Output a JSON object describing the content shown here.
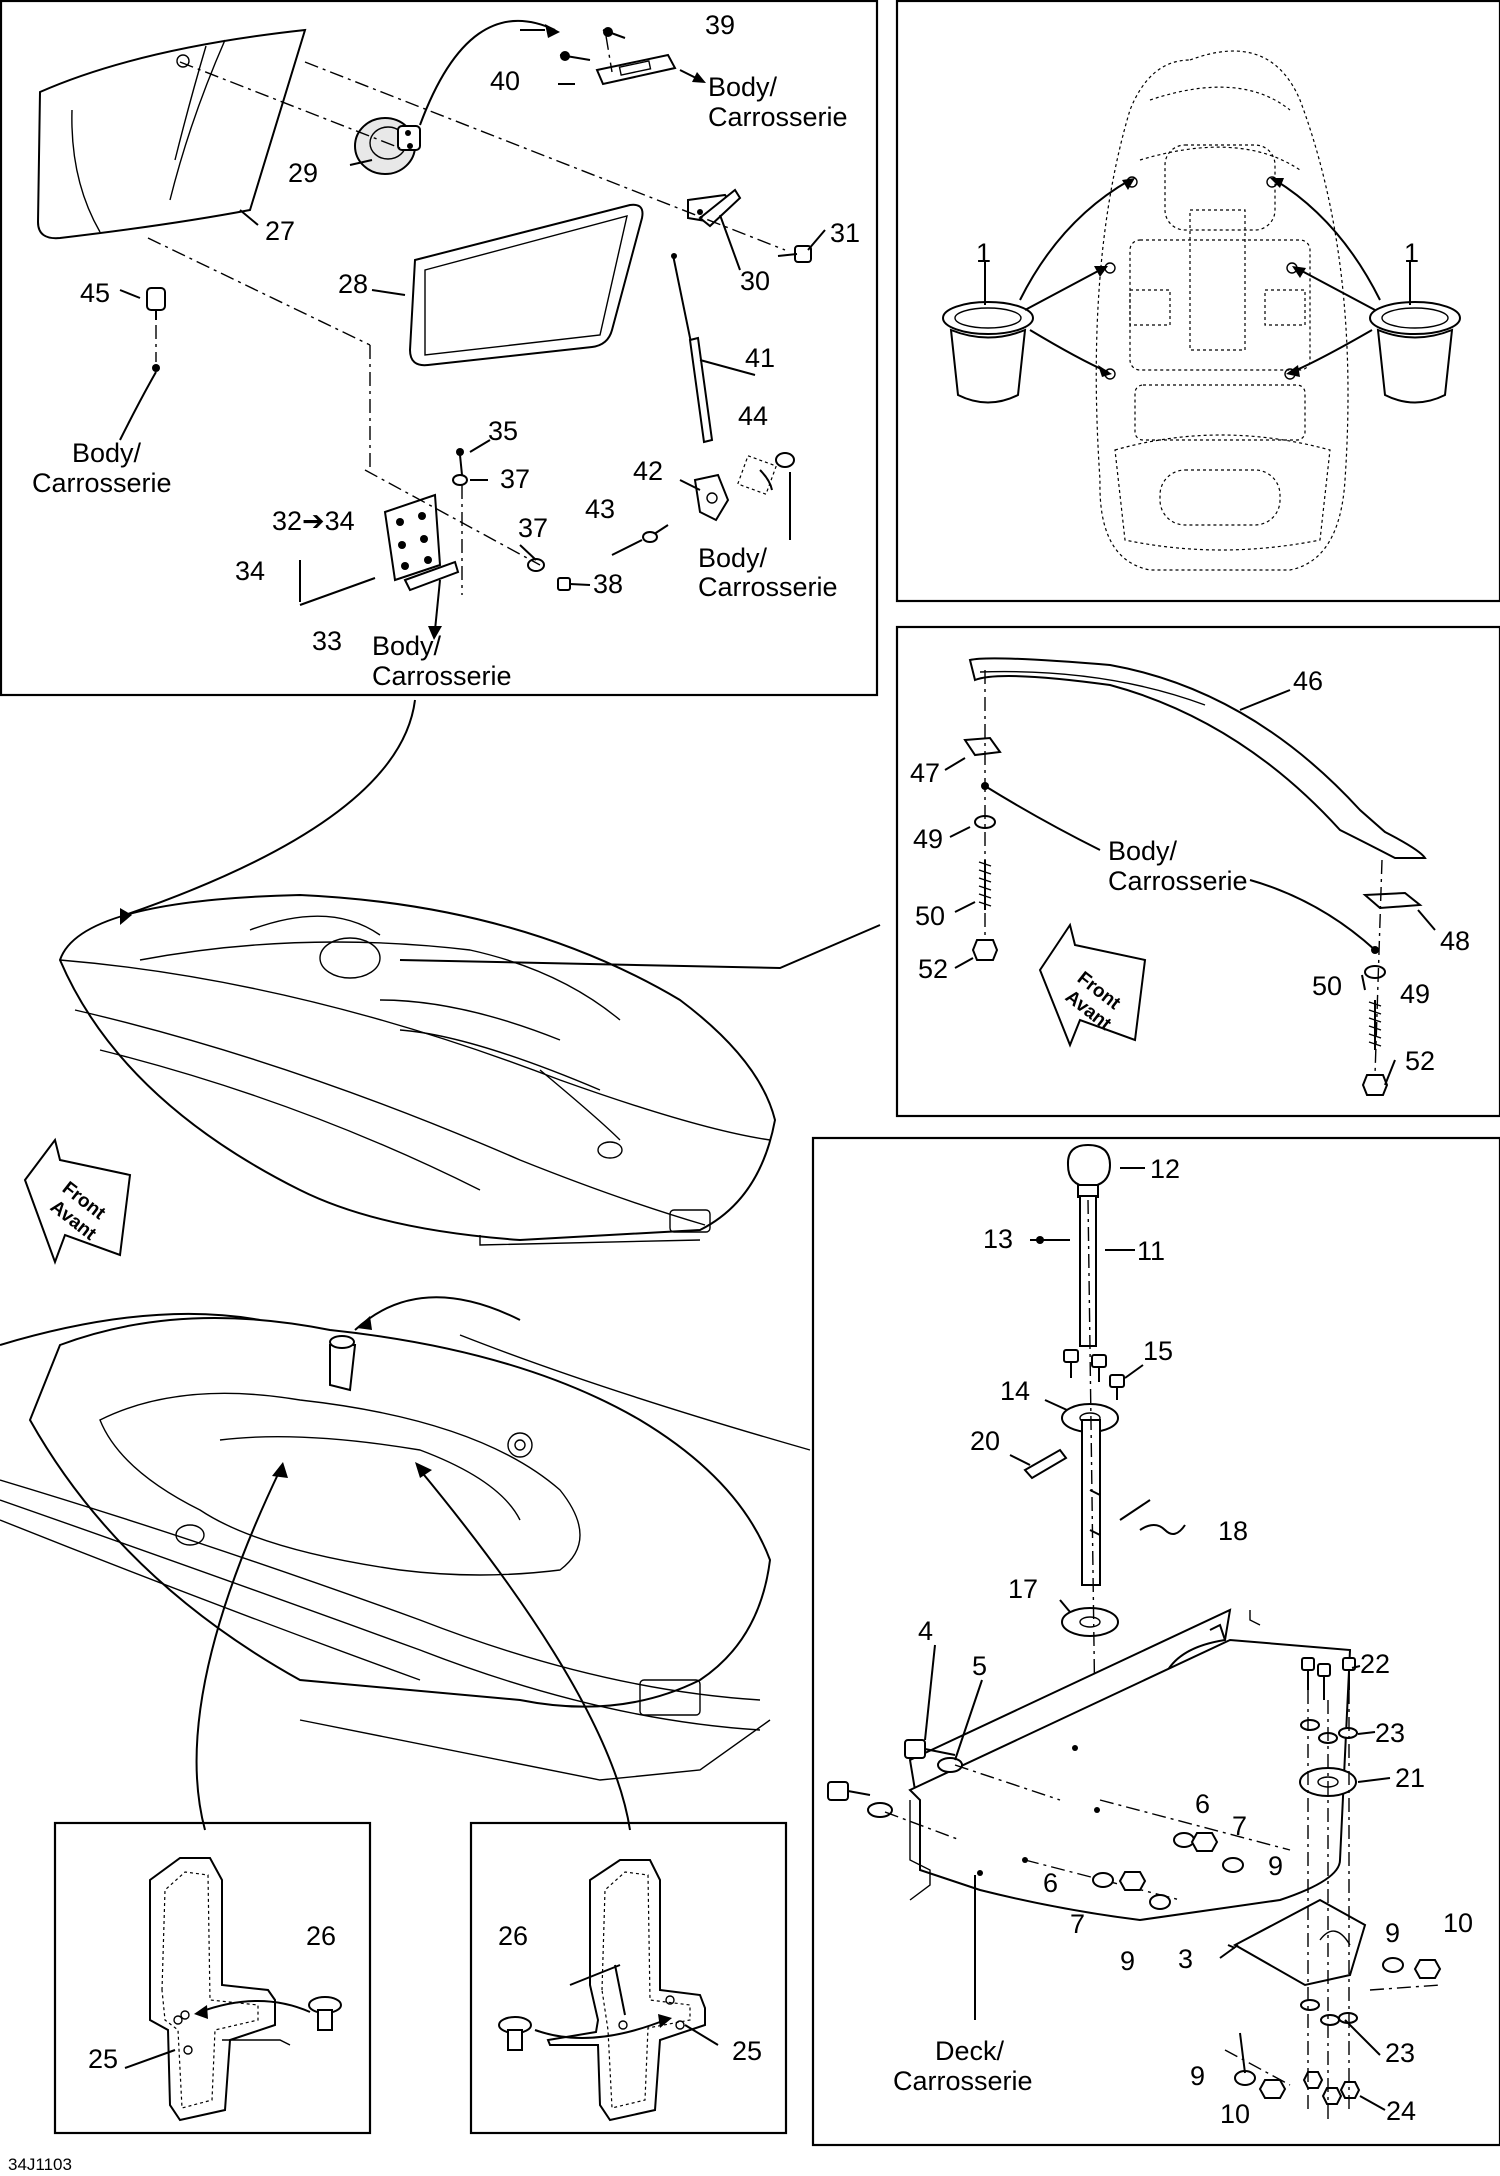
{
  "callouts": {
    "n1": "1",
    "n3": "3",
    "n4": "4",
    "n5": "5",
    "n6": "6",
    "n7": "7",
    "n9": "9",
    "n10": "10",
    "n11": "11",
    "n12": "12",
    "n13": "13",
    "n14": "14",
    "n15": "15",
    "n17": "17",
    "n18": "18",
    "n20": "20",
    "n21": "21",
    "n22": "22",
    "n23": "23",
    "n24": "24",
    "n25": "25",
    "n26": "26",
    "n27": "27",
    "n28": "28",
    "n29": "29",
    "n30": "30",
    "n31": "31",
    "n33": "33",
    "n34": "34",
    "n32_34": "32➔34",
    "n35": "35",
    "n37": "37",
    "n38": "38",
    "n39": "39",
    "n40": "40",
    "n41": "41",
    "n42": "42",
    "n43": "43",
    "n44": "44",
    "n45": "45",
    "n46": "46",
    "n47": "47",
    "n48": "48",
    "n49": "49",
    "n50": "50",
    "n52": "52"
  },
  "references": {
    "body": "Body/",
    "carrosserie": "Carrosserie",
    "deck": "Deck/",
    "front": "Front",
    "avant": "Avant"
  },
  "diagram_code": "34J1103"
}
